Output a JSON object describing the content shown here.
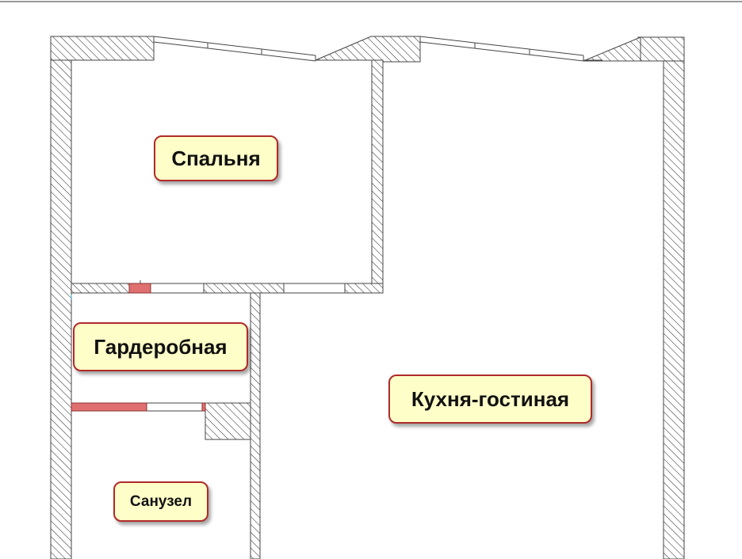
{
  "rooms": {
    "bedroom": "Спальня",
    "wardrobe": "Гардеробная",
    "kitchen_living": "Кухня-гостиная",
    "bathroom": "Санузел"
  },
  "colors": {
    "wall_hatch": "#333333",
    "wall_outline": "#444444",
    "label_fill": "#fefec8",
    "label_border": "#b02a2a",
    "door_fill": "#e07070"
  }
}
